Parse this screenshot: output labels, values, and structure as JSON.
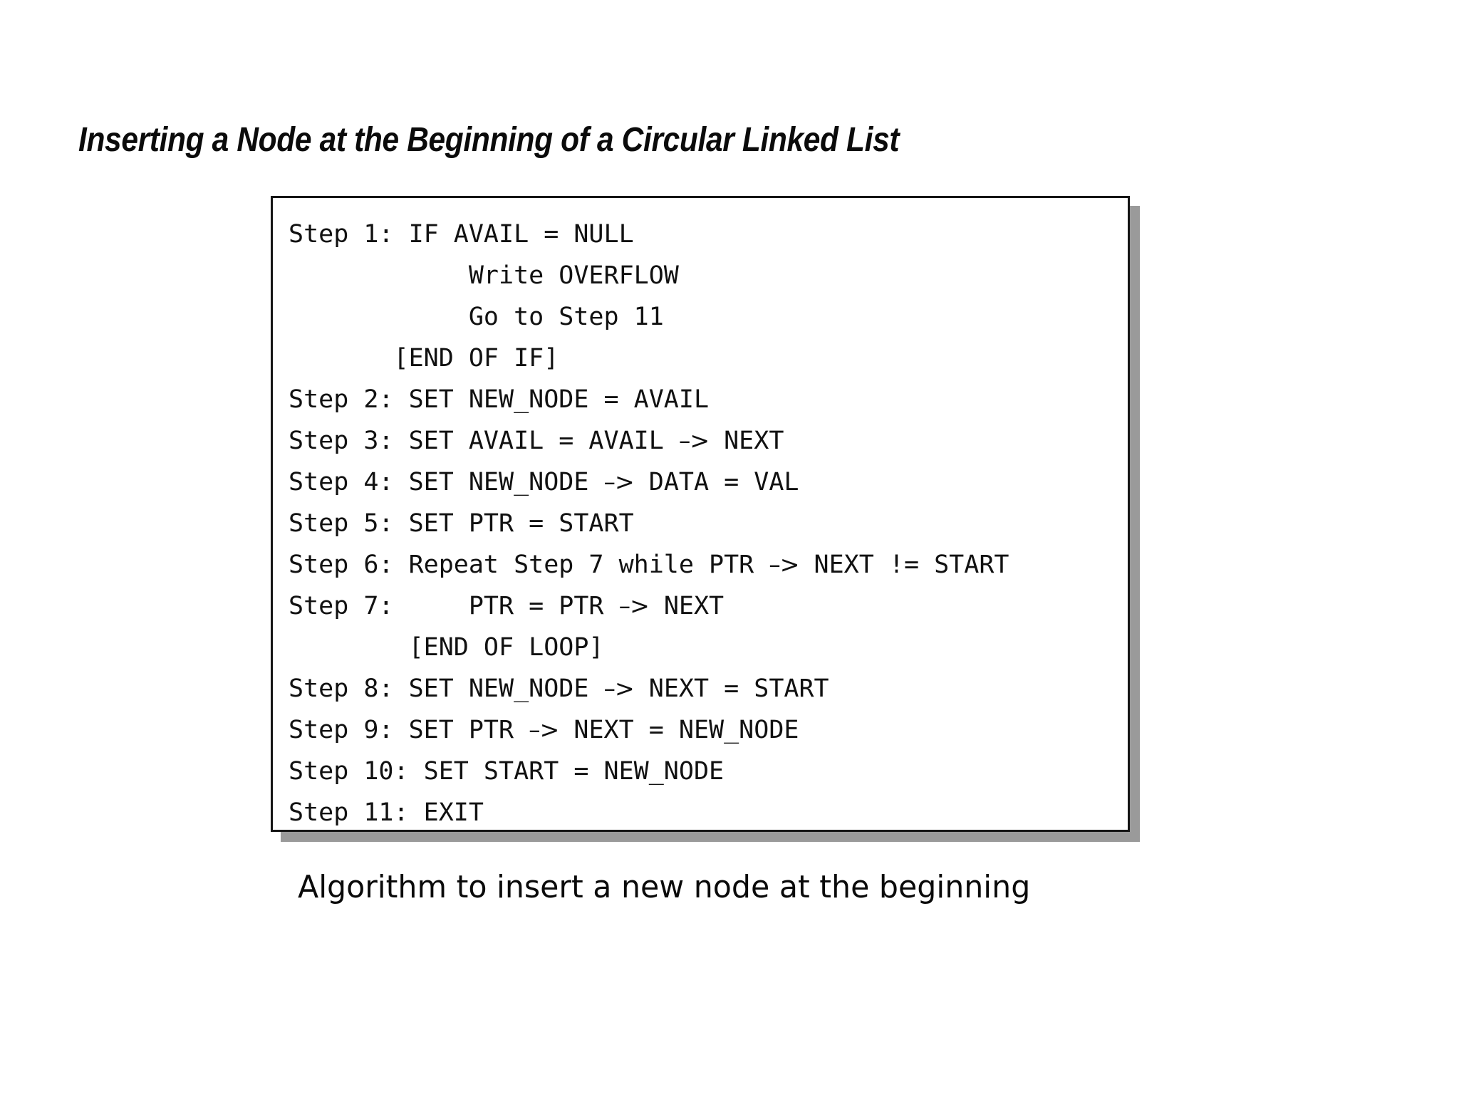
{
  "page": {
    "background_color": "#ffffff",
    "text_color": "#111111"
  },
  "title": {
    "text": "Inserting a Node at the Beginning of a Circular Linked List"
  },
  "algorithm_box": {
    "border_color": "#151515",
    "shadow_color": "#9a9a9a",
    "background_color": "#ffffff",
    "lines": [
      "Step 1: IF AVAIL = NULL",
      "            Write OVERFLOW",
      "            Go to Step 11",
      "       [END OF IF]",
      "Step 2: SET NEW_NODE = AVAIL",
      "Step 3: SET AVAIL = AVAIL -> NEXT",
      "Step 4: SET NEW_NODE -> DATA = VAL",
      "Step 5: SET PTR = START",
      "Step 6: Repeat Step 7 while PTR -> NEXT != START",
      "Step 7:     PTR = PTR -> NEXT",
      "        [END OF LOOP]",
      "Step 8: SET NEW_NODE -> NEXT = START",
      "Step 9: SET PTR -> NEXT = NEW_NODE",
      "Step 10: SET START = NEW_NODE",
      "Step 11: EXIT"
    ]
  },
  "caption": {
    "text": "Algorithm to insert a new node at the beginning"
  }
}
